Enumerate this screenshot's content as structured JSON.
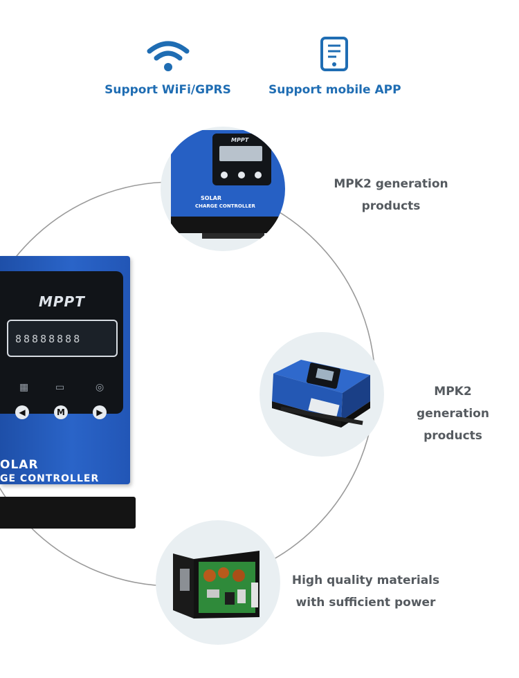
{
  "features": [
    {
      "icon": "wifi-icon",
      "label": "Support WiFi/GPRS"
    },
    {
      "icon": "mobile-phone-icon",
      "label": "Support mobile APP"
    }
  ],
  "product": {
    "brand": "MPPT",
    "lcd_text": "88888888",
    "solar_text": "OLAR",
    "controller_text": "GE CONTROLLER",
    "small_solar_text": "SOLAR",
    "small_controller_text": "CHARGE CONTROLLER",
    "buttons": [
      "◀",
      "M",
      "▶"
    ]
  },
  "bubbles": [
    {
      "name": "front-view-photo",
      "caption": [
        "MPK2 generation products"
      ]
    },
    {
      "name": "side-view-photo",
      "caption": [
        "MPK2 generation",
        "products"
      ]
    },
    {
      "name": "internal-board-photo",
      "caption": [
        "High quality materials",
        "with sufficient power"
      ]
    }
  ],
  "colors": {
    "accent": "#1f6db3",
    "caption": "#555a5f",
    "device_blue": "#2a64c8"
  }
}
